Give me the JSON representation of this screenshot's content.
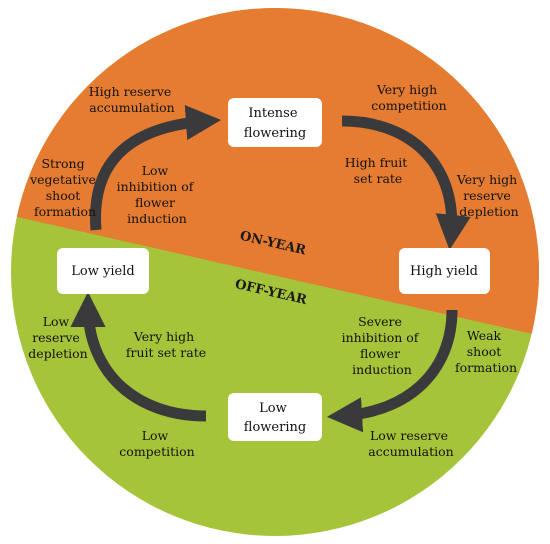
{
  "colors": {
    "on_year": "#E57C32",
    "off_year": "#A5C43A",
    "arrow": "#3A3A3C",
    "box": "#FFFFFF"
  },
  "sections": {
    "on_year": "ON-YEAR",
    "off_year": "OFF-YEAR"
  },
  "stages": {
    "intense_flowering": [
      "Intense",
      "flowering"
    ],
    "high_yield": [
      "High yield"
    ],
    "low_flowering": [
      "Low",
      "flowering"
    ],
    "low_yield": [
      "Low yield"
    ]
  },
  "annotations": {
    "high_reserve_accumulation": [
      "High reserve",
      "accumulation"
    ],
    "very_high_competition": [
      "Very high",
      "competition"
    ],
    "strong_vegetative_shoot_formation": [
      "Strong",
      "vegetative",
      "shoot",
      "formation"
    ],
    "low_inhibition_flower_induction": [
      "Low",
      "inhibition of",
      "flower",
      "induction"
    ],
    "high_fruit_set_rate": [
      "High fruit",
      "set rate"
    ],
    "very_high_reserve_depletion": [
      "Very high",
      "reserve",
      "depletion"
    ],
    "low_reserve_depletion": [
      "Low",
      "reserve",
      "depletion"
    ],
    "very_high_fruit_set_rate": [
      "Very high",
      "fruit set rate"
    ],
    "severe_inhibition_flower_induction": [
      "Severe",
      "inhibition of",
      "flower",
      "induction"
    ],
    "weak_shoot_formation": [
      "Weak",
      "shoot",
      "formation"
    ],
    "low_competition": [
      "Low",
      "competition"
    ],
    "low_reserve_accumulation": [
      "Low reserve",
      "accumulation"
    ]
  }
}
